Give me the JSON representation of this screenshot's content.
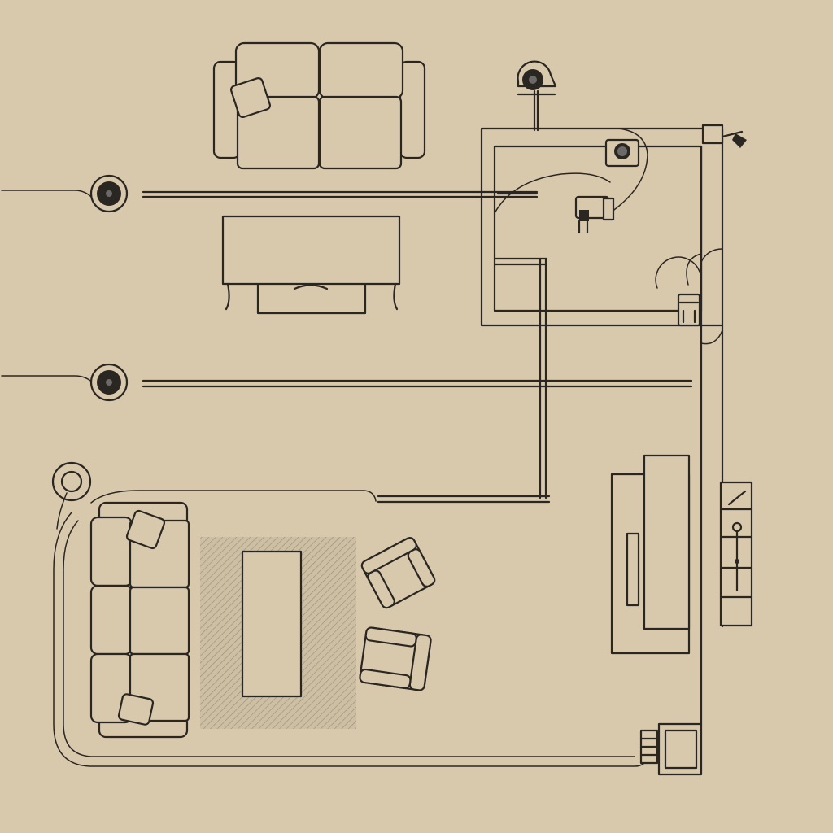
{
  "diagram": {
    "kind": "floor-plan",
    "colors": {
      "background": "#d8c9ac",
      "ink": "#2a2622",
      "rug": "#b9ab92"
    },
    "items": [
      "upper-sofa",
      "upper-coffee-table",
      "lower-sectional-sofa",
      "rug",
      "lower-coffee-table",
      "armchair-upper",
      "armchair-lower",
      "tv-console",
      "wall-shelf",
      "side-table",
      "speaker-left-upper",
      "speaker-left-lower",
      "ceiling-camera",
      "floor-lamp",
      "desk-chair"
    ]
  }
}
